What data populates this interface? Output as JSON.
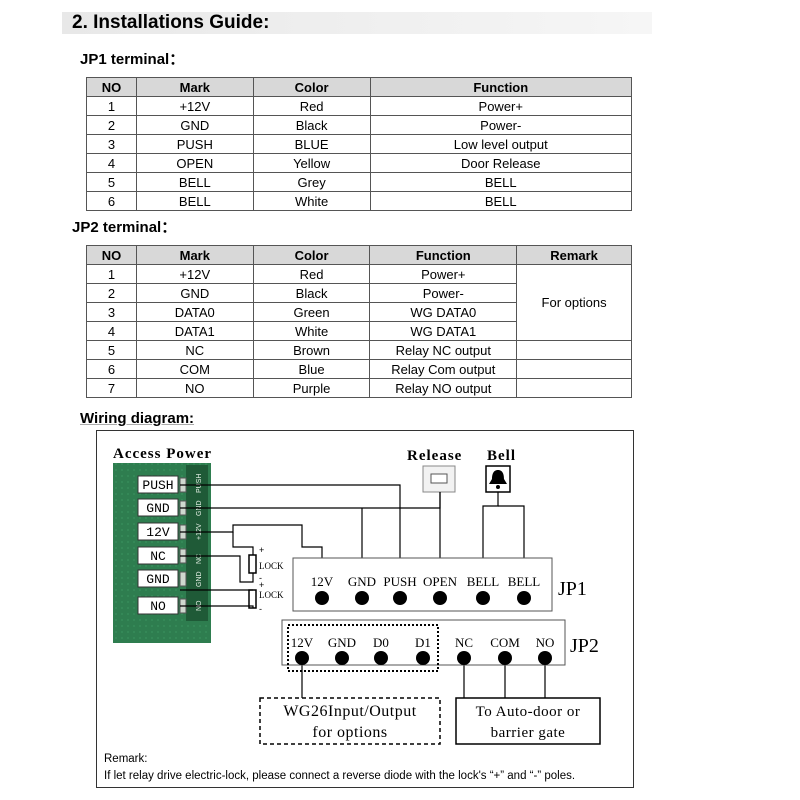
{
  "guide": {
    "title": "2. Installations Guide:"
  },
  "jp1": {
    "heading": "JP1 terminal：",
    "columns": [
      "NO",
      "Mark",
      "Color",
      "Function"
    ],
    "rows": [
      [
        "1",
        "+12V",
        "Red",
        "Power+"
      ],
      [
        "2",
        "GND",
        "Black",
        "Power-"
      ],
      [
        "3",
        "PUSH",
        "BLUE",
        "Low level output"
      ],
      [
        "4",
        "OPEN",
        "Yellow",
        "Door Release"
      ],
      [
        "5",
        "BELL",
        "Grey",
        "BELL"
      ],
      [
        "6",
        "BELL",
        "White",
        "BELL"
      ]
    ]
  },
  "jp2": {
    "heading": "JP2 terminal：",
    "columns": [
      "NO",
      "Mark",
      "Color",
      "Function",
      "Remark"
    ],
    "rows": [
      [
        "1",
        "+12V",
        "Red",
        "Power+"
      ],
      [
        "2",
        "GND",
        "Black",
        "Power-"
      ],
      [
        "3",
        "DATA0",
        "Green",
        "WG DATA0"
      ],
      [
        "4",
        "DATA1",
        "White",
        "WG DATA1"
      ],
      [
        "5",
        "NC",
        "Brown",
        "Relay NC output"
      ],
      [
        "6",
        "COM",
        "Blue",
        "Relay Com output"
      ],
      [
        "7",
        "NO",
        "Purple",
        "Relay NO output"
      ]
    ],
    "remark": "For options"
  },
  "wiring": {
    "heading": "Wiring diagram:",
    "power_title": "Access Power",
    "power_labels": [
      "PUSH",
      "GND",
      "12V",
      "NC",
      "GND",
      "NO"
    ],
    "board_side_text": [
      "PUSH",
      "GND",
      "+12V",
      "NC",
      "GND",
      "NO"
    ],
    "lock_label": "LOCK",
    "plus": "+",
    "minus": "-",
    "release_label": "Release",
    "bell_label": "Bell",
    "jp1_label": "JP1",
    "jp1_pins": [
      "12V",
      "GND",
      "PUSH",
      "OPEN",
      "BELL",
      "BELL"
    ],
    "jp2_label": "JP2",
    "jp2_pins": [
      "12V",
      "GND",
      "D0",
      "D1",
      "NC",
      "COM",
      "NO"
    ],
    "wg_box": [
      "WG26Input/Output",
      "for options"
    ],
    "door_box": [
      "To Auto-door or",
      "barrier gate"
    ],
    "remark_title": "Remark:",
    "remark_text": "If let relay drive electric-lock, please connect  a reverse diode with the lock's “+” and “-” poles."
  },
  "colors": {
    "board_green": "#2e7d4f",
    "board_dark": "#1f5a37",
    "header_gray": "#d8d8d8"
  }
}
